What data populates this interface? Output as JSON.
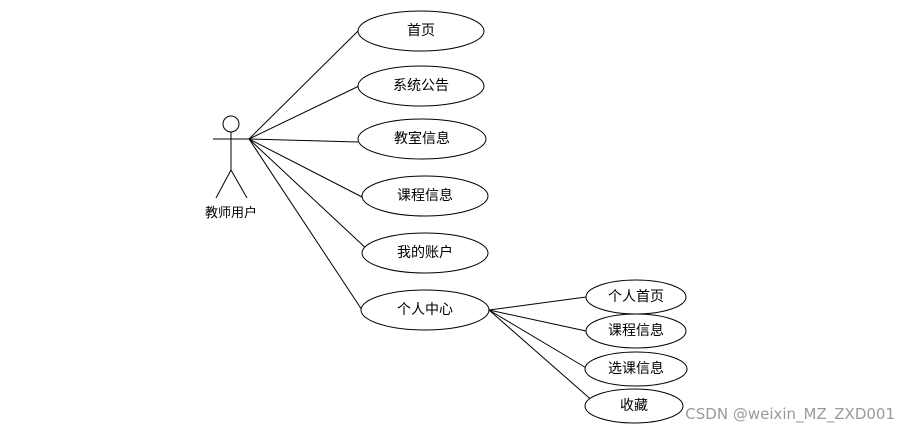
{
  "actor": {
    "label": "教师用户"
  },
  "use_cases": [
    {
      "id": "home",
      "label": "首页"
    },
    {
      "id": "announcement",
      "label": "系统公告"
    },
    {
      "id": "classroom",
      "label": "教室信息"
    },
    {
      "id": "course",
      "label": "课程信息"
    },
    {
      "id": "account",
      "label": "我的账户"
    },
    {
      "id": "personal",
      "label": "个人中心"
    }
  ],
  "sub_use_cases": [
    {
      "id": "personal-home",
      "label": "个人首页"
    },
    {
      "id": "sub-course",
      "label": "课程信息"
    },
    {
      "id": "course-selection",
      "label": "选课信息"
    },
    {
      "id": "favorites",
      "label": "收藏"
    }
  ],
  "watermark": "CSDN @weixin_MZ_ZXD001"
}
